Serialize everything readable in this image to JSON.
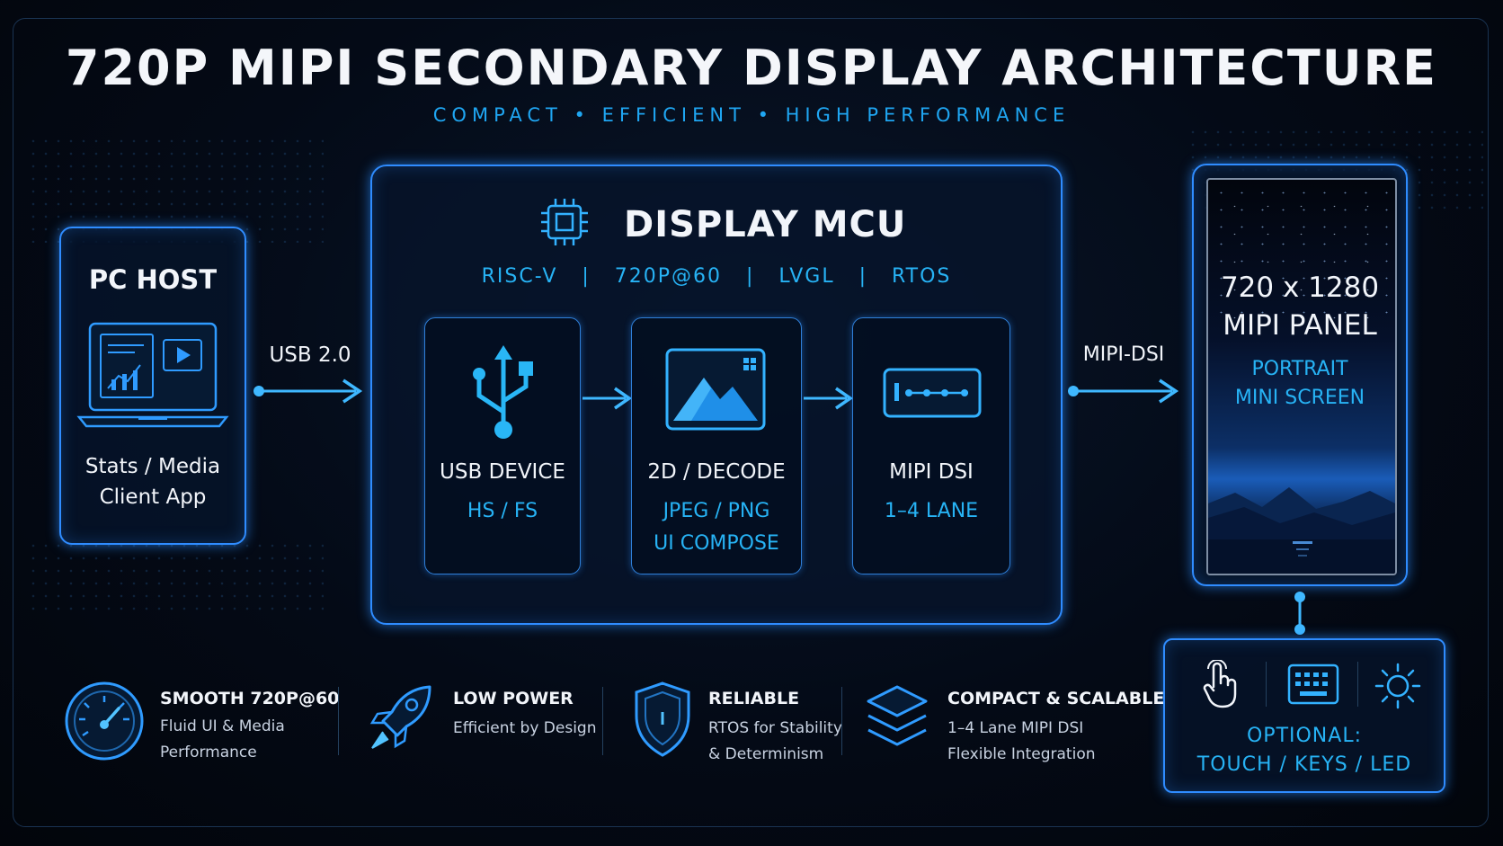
{
  "title": "720P MIPI SECONDARY DISPLAY ARCHITECTURE",
  "subtitle": "COMPACT • EFFICIENT • HIGH PERFORMANCE",
  "host": {
    "title": "PC HOST",
    "line1": "Stats / Media",
    "line2": "Client App"
  },
  "links": {
    "usb": "USB 2.0",
    "mipi": "MIPI-DSI"
  },
  "mcu": {
    "title": "DISPLAY MCU",
    "specs": "RISC-V   |   720P@60   |   LVGL   |   RTOS",
    "blocks": [
      {
        "title": "USB DEVICE",
        "sub1": "HS / FS",
        "sub2": ""
      },
      {
        "title": "2D / DECODE",
        "sub1": "JPEG / PNG",
        "sub2": "UI COMPOSE"
      },
      {
        "title": "MIPI DSI",
        "sub1": "1–4 LANE",
        "sub2": ""
      }
    ]
  },
  "panel": {
    "line1": "720 x 1280",
    "line2": "MIPI PANEL",
    "sub1": "PORTRAIT",
    "sub2": "MINI SCREEN"
  },
  "optional": {
    "line1": "OPTIONAL:",
    "line2": "TOUCH / KEYS / LED"
  },
  "features": [
    {
      "title": "SMOOTH 720P@60",
      "d1": "Fluid UI & Media",
      "d2": "Performance"
    },
    {
      "title": "LOW POWER",
      "d1": "Efficient by Design",
      "d2": ""
    },
    {
      "title": "RELIABLE",
      "d1": "RTOS for Stability",
      "d2": "& Determinism"
    },
    {
      "title": "COMPACT & SCALABLE",
      "d1": "1–4 Lane MIPI DSI",
      "d2": "Flexible Integration"
    }
  ],
  "colors": {
    "accent": "#2f8cff",
    "cyan": "#27b3f5",
    "background": "#03070f"
  },
  "icons": [
    "chip-icon",
    "laptop-icon",
    "usb-icon",
    "image-icon",
    "connector-icon",
    "touch-icon",
    "keyboard-icon",
    "sun-icon",
    "gauge-icon",
    "rocket-icon",
    "shield-icon",
    "layers-icon"
  ]
}
